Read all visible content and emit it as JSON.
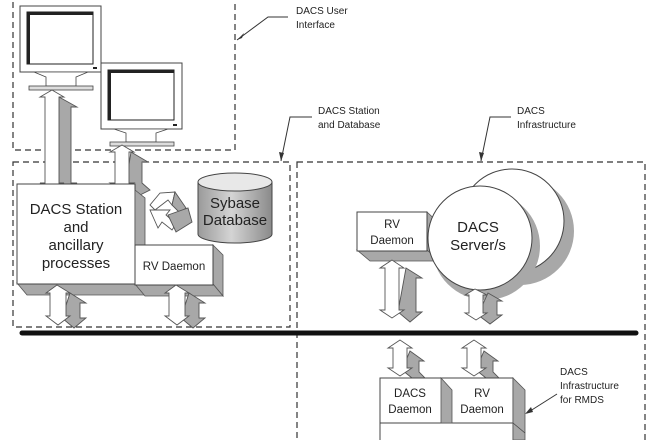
{
  "diagram": {
    "type": "architecture",
    "zones": {
      "user_interface": {
        "label_line1": "DACS User",
        "label_line2": "Interface"
      },
      "station_database": {
        "label_line1": "DACS Station",
        "label_line2": "and Database"
      },
      "infrastructure": {
        "label_line1": "DACS",
        "label_line2": "Infrastructure"
      },
      "infrastructure_rmds": {
        "label_line1": "DACS",
        "label_line2": "Infrastructure",
        "label_line3": "for RMDS"
      }
    },
    "nodes": {
      "station": {
        "line1": "DACS Station",
        "line2": "and",
        "line3": "ancillary",
        "line4": "processes"
      },
      "station_rv_daemon": {
        "label": "RV Daemon"
      },
      "sybase": {
        "line1": "Sybase",
        "line2": "Database"
      },
      "infra_rv_daemon": {
        "line1": "RV",
        "line2": "Daemon"
      },
      "dacs_server": {
        "line1": "DACS",
        "line2": "Server/s"
      },
      "rmds_dacs_daemon": {
        "line1": "DACS",
        "line2": "Daemon"
      },
      "rmds_rv_daemon": {
        "line1": "RV",
        "line2": "Daemon"
      }
    },
    "monitors": [
      {
        "name": "workstation-1"
      },
      {
        "name": "workstation-2"
      }
    ],
    "network_bus": {
      "name": "network-bus"
    }
  }
}
